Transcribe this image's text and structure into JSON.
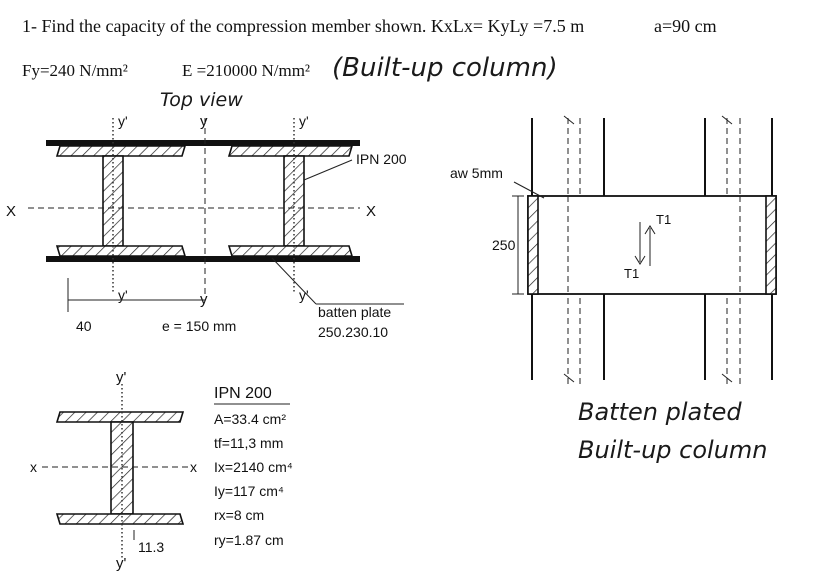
{
  "problem": {
    "line1": "1- Find the capacity of the compression member shown. KxLx= KyLy =7.5 m",
    "a_value": "a=90 cm",
    "fy": "Fy=240 N/mm²",
    "e_mod": "E =210000 N/mm²",
    "handwritten_title": "(Built-up column)",
    "handwritten_top_view": "Top view"
  },
  "top_view": {
    "axis_x_left": "X",
    "axis_x_right": "X",
    "axis_y_top": "y",
    "axis_y_bottom": "y",
    "axis_y_prime_tl": "y'",
    "axis_y_prime_tr": "y'",
    "axis_y_prime_bl": "y'",
    "axis_y_prime_br": "y'",
    "section_label": "IPN 200",
    "dim_40": "40",
    "dim_e": "e = 150 mm",
    "batten_label": "batten plate",
    "batten_dims": "250.230.10"
  },
  "single_section": {
    "axis_y_top": "y'",
    "axis_y_bottom": "y'",
    "axis_x_left": "x",
    "axis_x_right": "x",
    "dim_113": "11.3"
  },
  "properties": {
    "title": "IPN 200",
    "area": "A=33.4 cm²",
    "tf": "tf=11,3 mm",
    "ix": "Ix=2140 cm⁴",
    "iy": "Iy=117 cm⁴",
    "rx": "rx=8 cm",
    "ry": "ry=1.87 cm"
  },
  "elevation": {
    "weld_label": "aw 5mm",
    "dim_250": "250",
    "t1_top": "T1",
    "t1_bottom": "T1",
    "caption_line1": "Batten plated",
    "caption_line2": "Built-up column"
  }
}
